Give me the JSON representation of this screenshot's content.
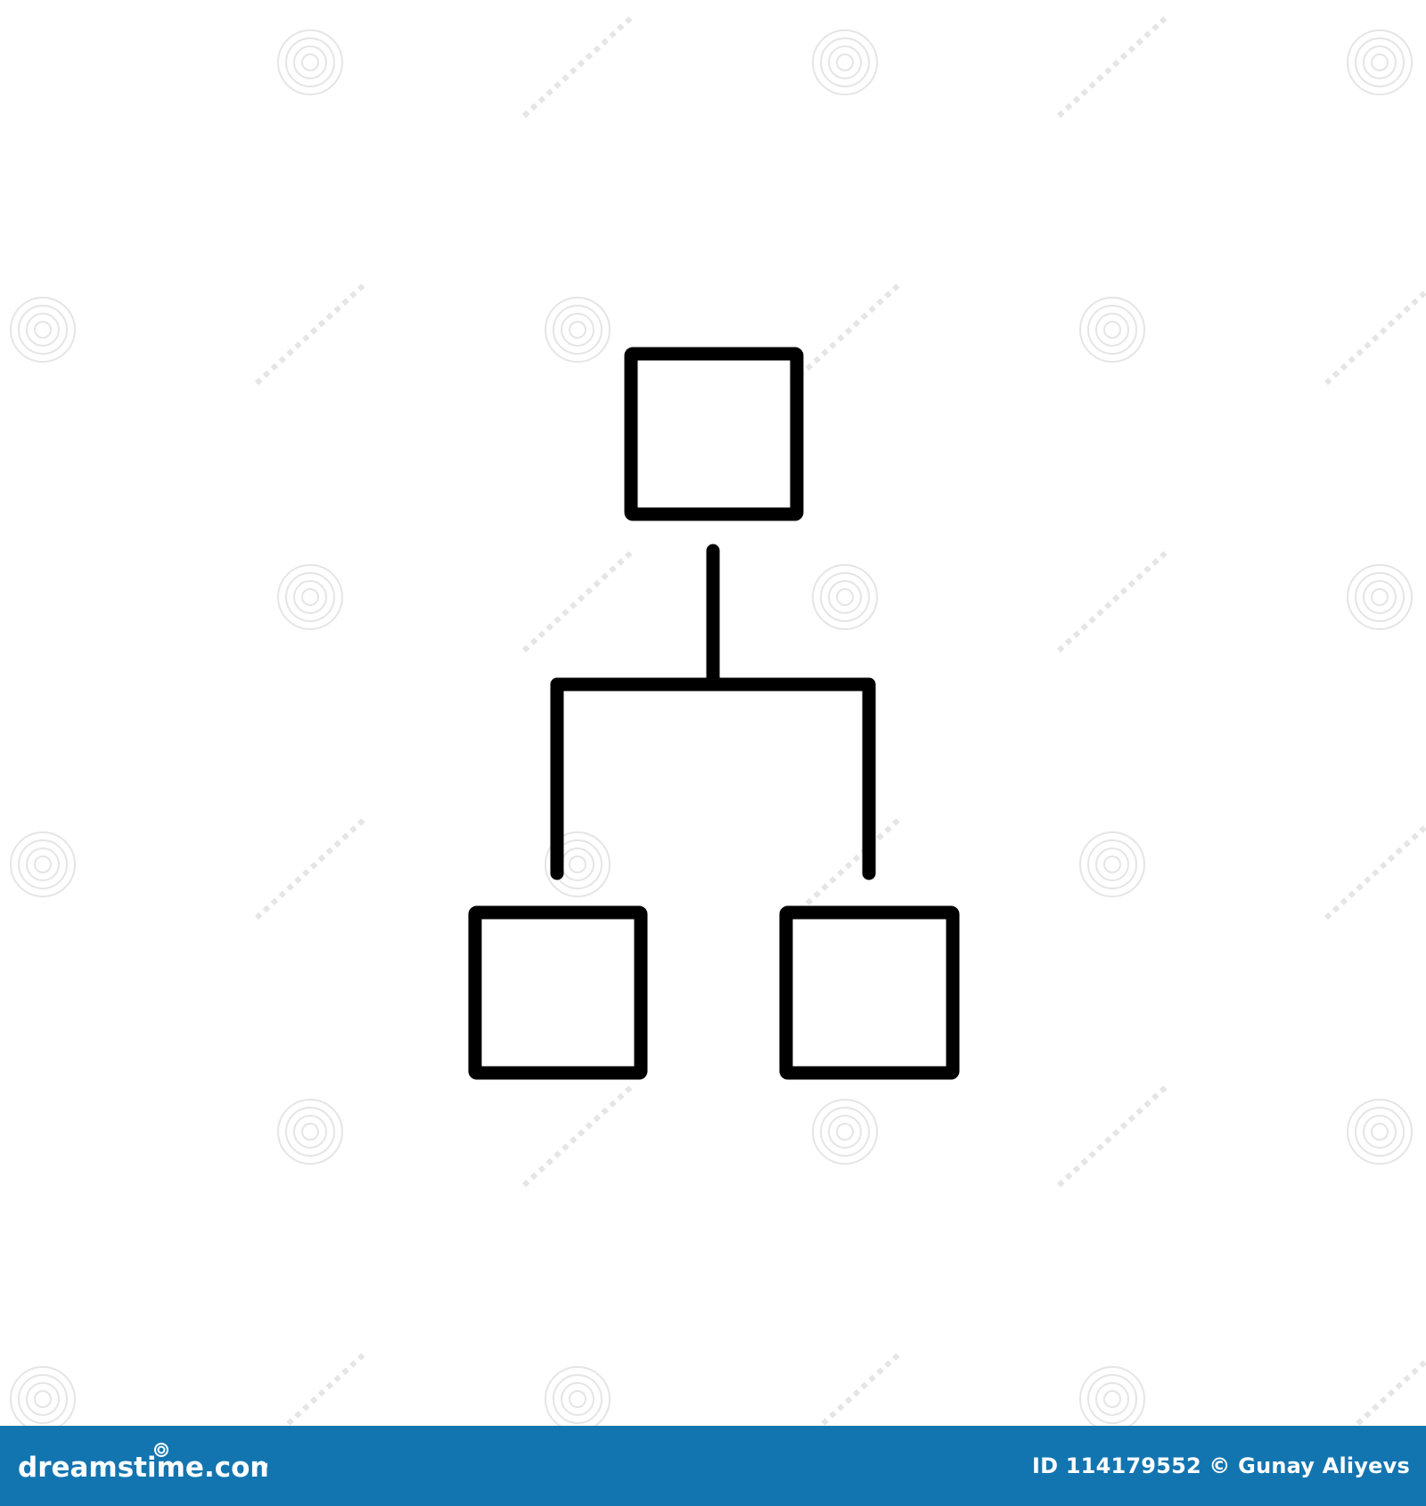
{
  "colors": {
    "background": "#ffffff",
    "icon_stroke": "#000000",
    "footer_background": "#1275b0",
    "footer_text": "#ffffff",
    "watermark": "#cfcfcf"
  },
  "icon": {
    "name": "hierarchy-structure-icon",
    "shapes": [
      "top-box",
      "connector-stem",
      "connector-branch",
      "bottom-left-box",
      "bottom-right-box"
    ]
  },
  "footer": {
    "logo_text": "dreamstime.com",
    "credit": "ID 114179552 © Gunay Aliyevs"
  }
}
